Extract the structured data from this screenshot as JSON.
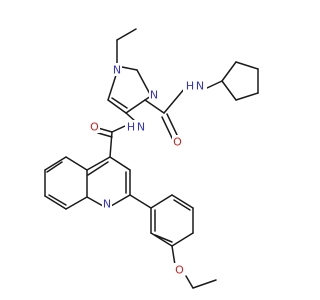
{
  "structure": {
    "atom_labels": {
      "n_pyr1": "N",
      "n_pyr2": "N",
      "nh_cyclopentyl": "H",
      "n_cyclopentyl": "N",
      "o_amide_top": "O",
      "o_amide_mid": "O",
      "nh_mid": "H",
      "n_mid": "N",
      "n_quinoline": "N",
      "o_ether": "O"
    },
    "colors": {
      "bond": "#1a1a1a",
      "nitrogen": "#3333cc",
      "oxygen": "#cc2222"
    }
  }
}
